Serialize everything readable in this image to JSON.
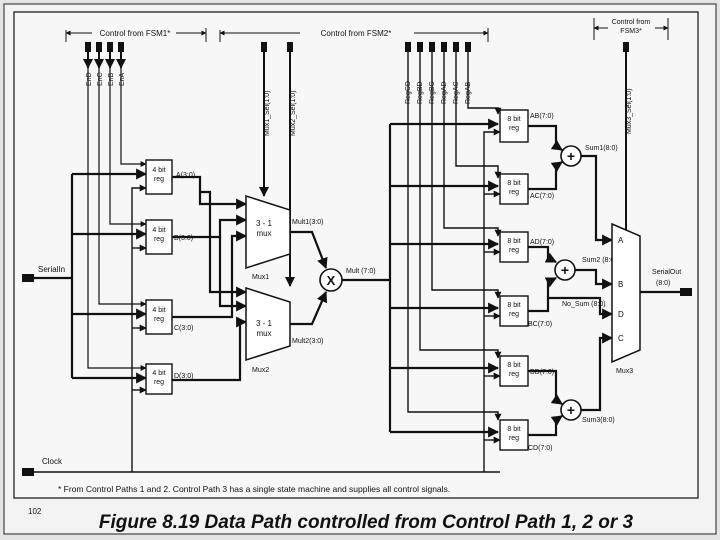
{
  "title": "Figure 8.19 Data Path controlled from Control Path 1, 2 or 3",
  "page_number": "102",
  "footnote": "* From Control Paths 1 and 2. Control Path 3 has a single state machine and supplies all control signals.",
  "brackets": {
    "fsm1": "Control from FSM1*",
    "fsm2": "Control from FSM2*",
    "fsm3_line1": "Control from",
    "fsm3_line2": "FSM3*"
  },
  "enables": [
    "EnD",
    "EnC",
    "EnB",
    "EnA"
  ],
  "mux_selects": [
    "Mux1_Sel(1:0)",
    "Mux2_Sel(1:0)"
  ],
  "reg_enables": [
    "RegCD",
    "RegBD",
    "RegBC",
    "RegAD",
    "RegAC",
    "RegAB"
  ],
  "mux3_select": "Mux3_Sel(1:0)",
  "inputs": {
    "serial_in": "SerialIn",
    "clock": "Clock"
  },
  "four_bit_regs": {
    "line1": "4 bit",
    "line2": "reg"
  },
  "four_bit_outputs": [
    "A(3:0)",
    "B(3:0)",
    "C(3:0)",
    "D(3:0)"
  ],
  "muxes": {
    "line1": "3 - 1",
    "line2": "mux",
    "names": [
      "Mux1",
      "Mux2"
    ],
    "outputs": [
      "Mult1(3:0)",
      "Mult2(3:0)"
    ]
  },
  "multiplier": {
    "symbol": "X",
    "output": "Mult (7:0)"
  },
  "eight_bit_regs": {
    "line1": "8 bit",
    "line2": "reg"
  },
  "eight_bit_outputs": [
    "AB(7:0)",
    "AC(7:0)",
    "AD(7:0)",
    "BC(7:0)",
    "BD(7:0)",
    "CD(7:0)"
  ],
  "adders": {
    "symbol": "+",
    "outputs": [
      "Sum1(8:0)",
      "Sum2 (8:0)",
      "Sum3(8:0)"
    ],
    "no_sum": "No_Sum (8:0)"
  },
  "mux3": {
    "name": "Mux3",
    "inputs": [
      "A",
      "B",
      "D",
      "C"
    ]
  },
  "serial_out": {
    "line1": "SerialOut",
    "line2": "(8:0)"
  }
}
